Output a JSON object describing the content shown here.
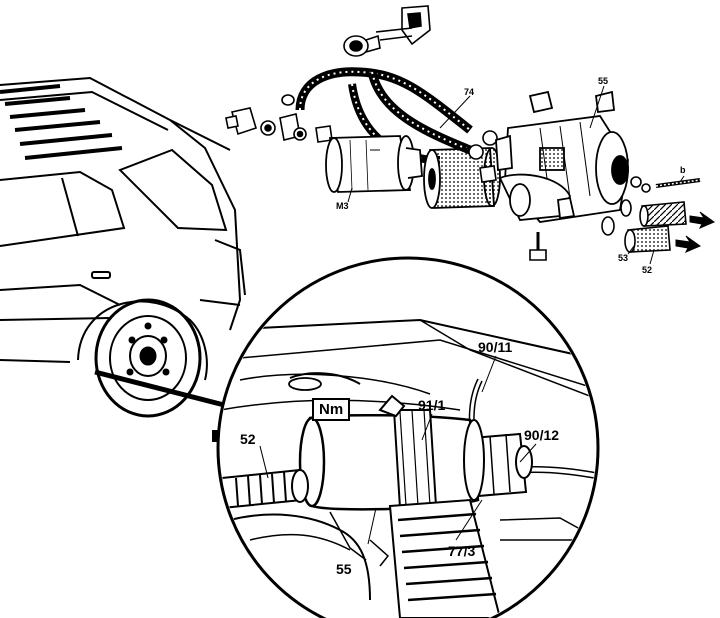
{
  "callouts_top": {
    "c74": "74",
    "c55": "55",
    "cb": "b",
    "cM3": "M3",
    "c53": "53",
    "c52": "52"
  },
  "callouts_detail": {
    "c90_11": "90/11",
    "c91_1": "91/1",
    "c90_12": "90/12",
    "c52": "52",
    "c55": "55",
    "c77_3": "77/3"
  },
  "torque_badge": "Nm",
  "icons": [
    "torque-nm-icon",
    "arrow-right-icon"
  ]
}
